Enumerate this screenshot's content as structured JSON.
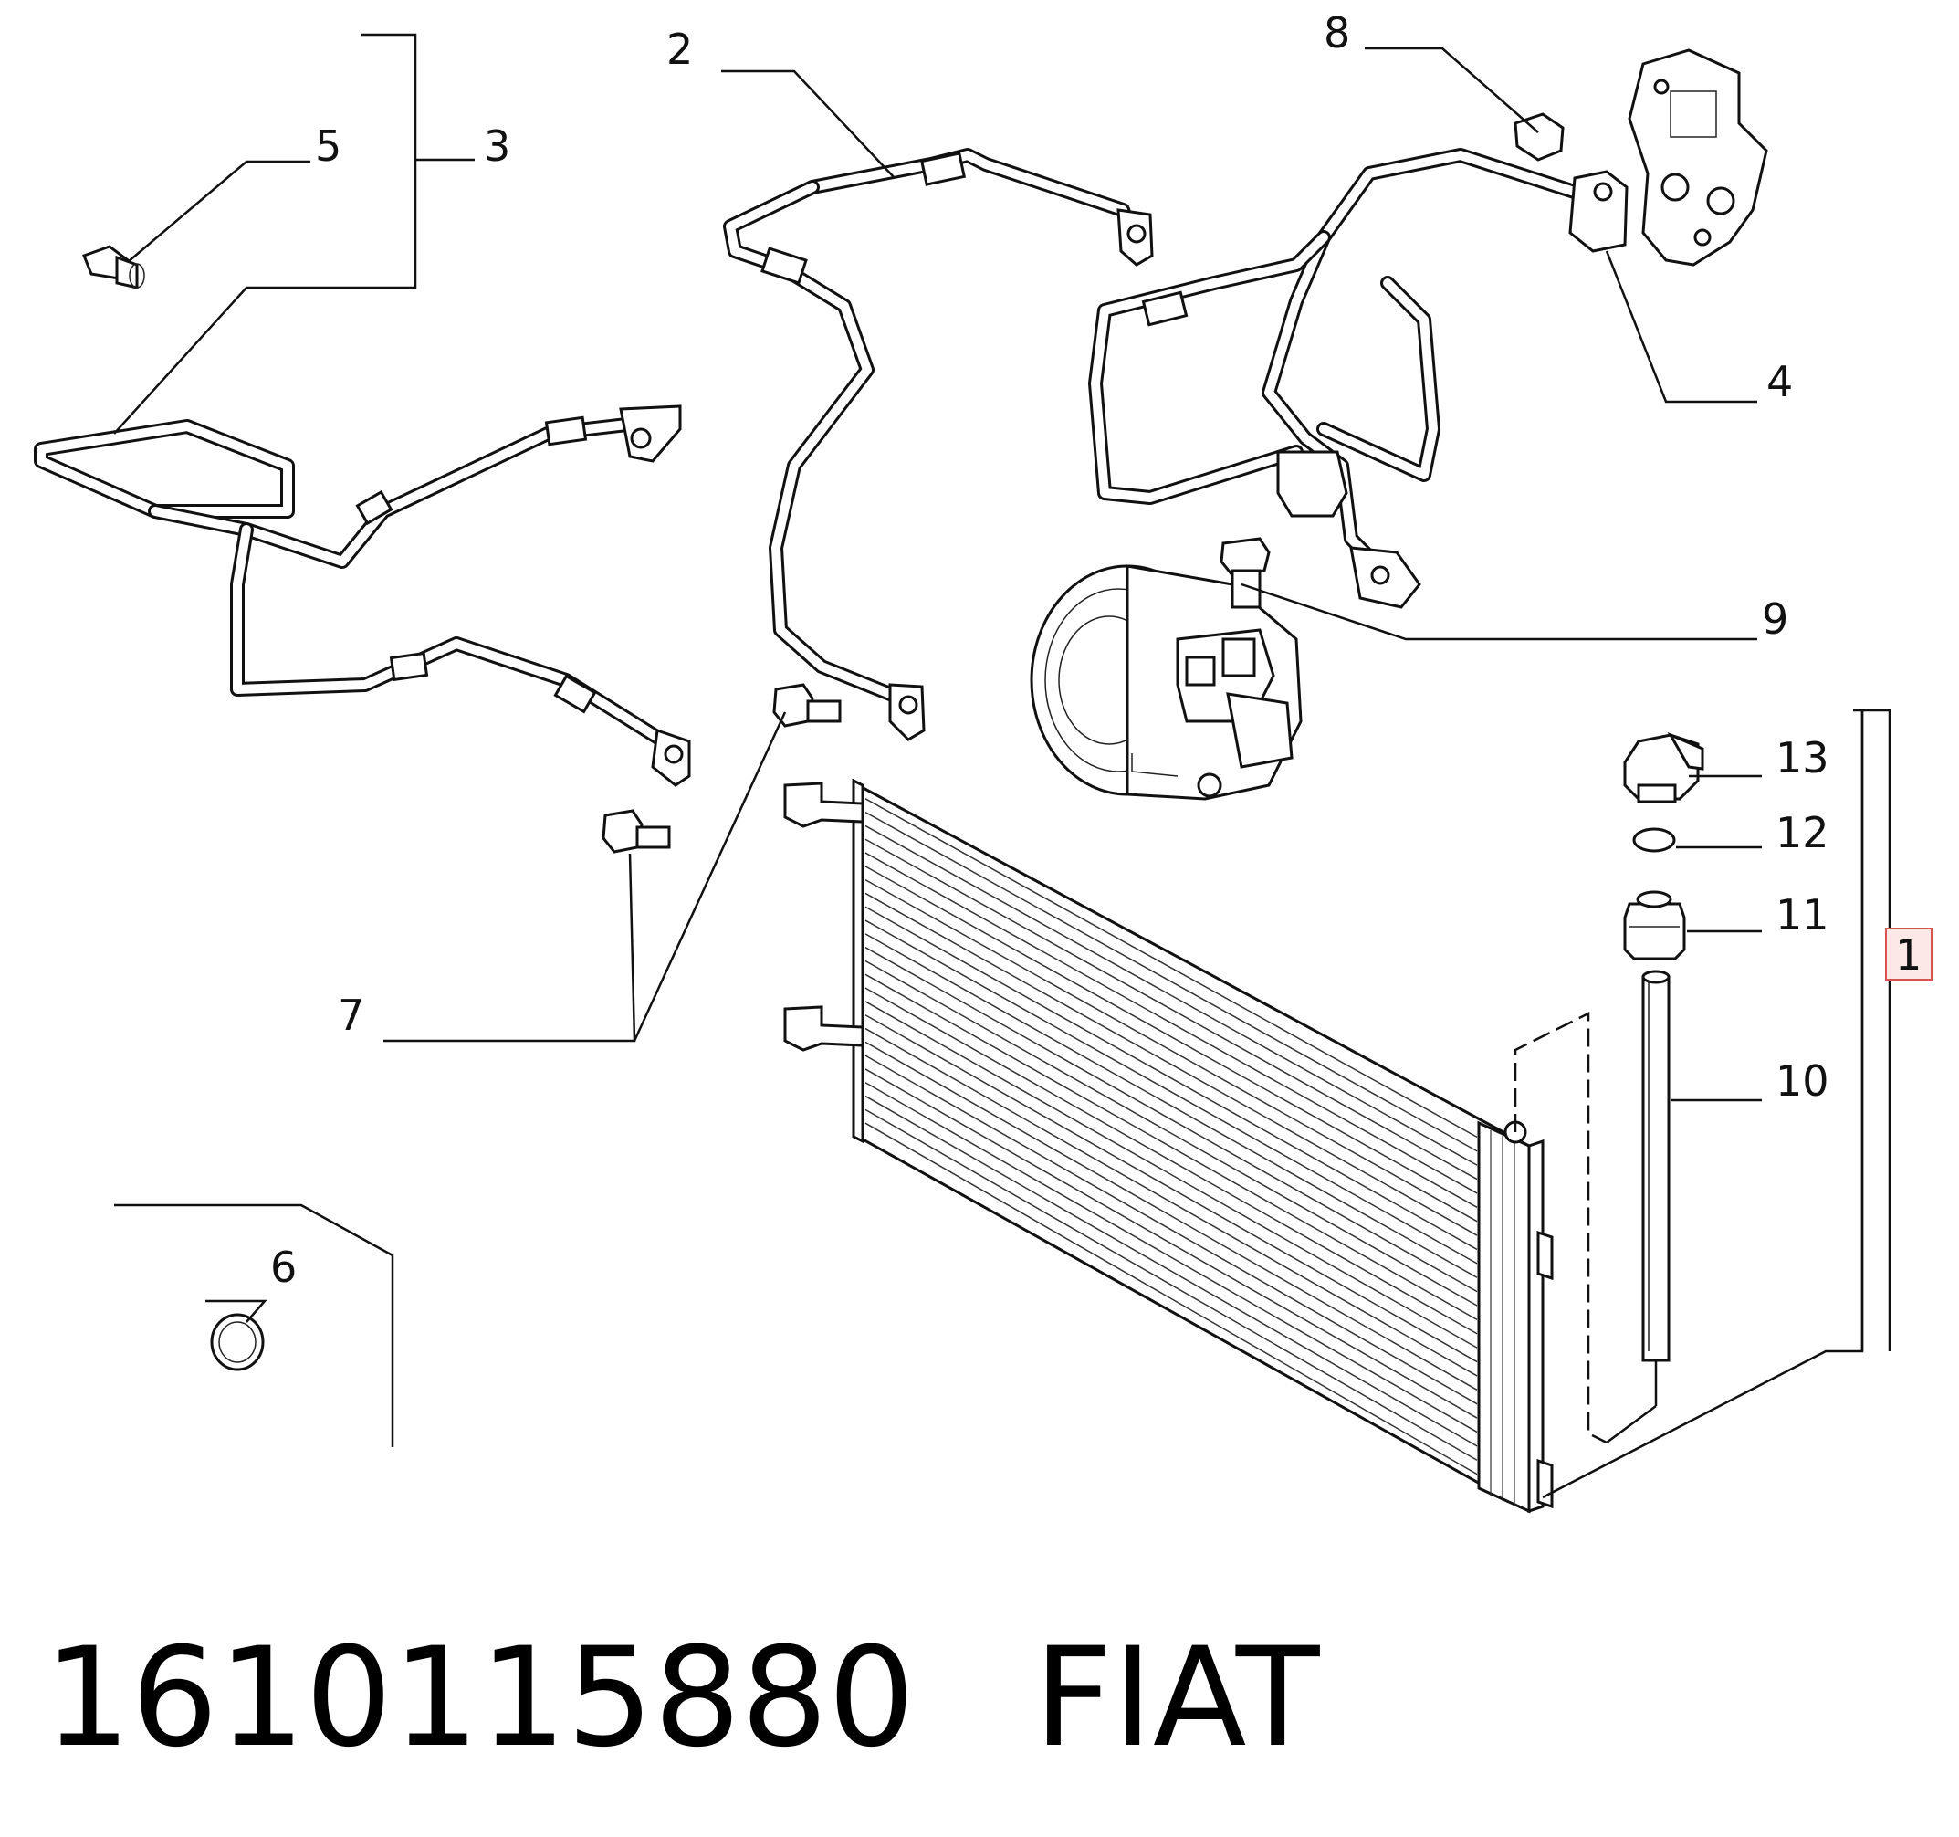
{
  "callouts": {
    "c1": "1",
    "c2": "2",
    "c3": "3",
    "c4": "4",
    "c5": "5",
    "c6": "6",
    "c7": "7",
    "c8": "8",
    "c9": "9",
    "c10": "10",
    "c11": "11",
    "c12": "12",
    "c13": "13"
  },
  "footer": {
    "part_number": "1610115880",
    "brand": "FIAT"
  },
  "colors": {
    "line": "#111111",
    "highlight_box_stroke": "#d9534f",
    "highlight_box_fill": "#fde8e8"
  }
}
